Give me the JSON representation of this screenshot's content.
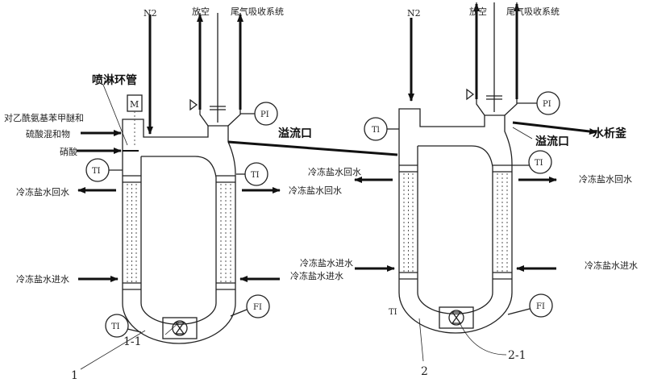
{
  "reactor1": {
    "n2": "N2",
    "vent": "放空",
    "tail_gas": "尾气吸收系统",
    "spray_ring": "喷淋环管",
    "feed_line1": "对乙酰氨基苯甲醚和",
    "feed_line2": "硫酸混和物",
    "nitric_acid": "硝酸",
    "motor": "M",
    "ti_top": "TI",
    "ti_right": "TI",
    "ti_bottom": "TI",
    "pi": "PI",
    "fi": "FI",
    "overflow": "溢流口",
    "brine_return_left": "冷冻盐水回水",
    "brine_return_right": "冷冻盐水回水",
    "brine_in_left": "冷冻盐水进水",
    "brine_in_right": "冷冻盐水进水",
    "label": "1",
    "pump_label": "1-1"
  },
  "reactor2": {
    "n2": "N2",
    "vent": "放空",
    "tail_gas": "尾气吸收系统",
    "ti_top": "Tl",
    "ti_right": "TI",
    "ti_bottom": "TI",
    "pi": "PI",
    "fi": "FI",
    "overflow": "溢流口",
    "destination": "水析釜",
    "brine_return_left": "冷冻盐水回水",
    "brine_return_right": "冷冻盐水回水",
    "brine_in_left": "冷冻盐水进水",
    "brine_in_right": "冷冻盐水进水",
    "label": "2",
    "pump_label": "2-1"
  }
}
